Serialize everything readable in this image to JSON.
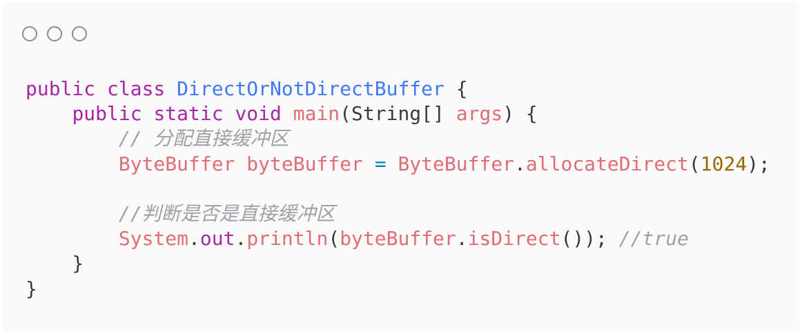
{
  "code_lines": [
    [
      [
        "kw",
        "public class "
      ],
      [
        "cls",
        "DirectOrNotDirectBuffer"
      ],
      [
        "pl",
        " {"
      ]
    ],
    [
      [
        "pl",
        "    "
      ],
      [
        "kw",
        "public static void "
      ],
      [
        "red",
        "main"
      ],
      [
        "pl",
        "(String[] "
      ],
      [
        "red",
        "args"
      ],
      [
        "pl",
        ") {"
      ]
    ],
    [
      [
        "pl",
        "        "
      ],
      [
        "cm",
        "// 分配直接缓冲区"
      ]
    ],
    [
      [
        "pl",
        "        "
      ],
      [
        "red",
        "ByteBuffer byteBuffer "
      ],
      [
        "op",
        "="
      ],
      [
        "pl",
        " "
      ],
      [
        "red",
        "ByteBuffer"
      ],
      [
        "pl",
        "."
      ],
      [
        "red",
        "allocateDirect"
      ],
      [
        "pl",
        "("
      ],
      [
        "num",
        "1024"
      ],
      [
        "pl",
        ");"
      ]
    ],
    [],
    [
      [
        "pl",
        "        "
      ],
      [
        "cm",
        "//判断是否是直接缓冲区"
      ]
    ],
    [
      [
        "pl",
        "        "
      ],
      [
        "red",
        "System"
      ],
      [
        "pl",
        "."
      ],
      [
        "kw",
        "out"
      ],
      [
        "pl",
        "."
      ],
      [
        "red",
        "println"
      ],
      [
        "pl",
        "("
      ],
      [
        "red",
        "byteBuffer"
      ],
      [
        "pl",
        "."
      ],
      [
        "red",
        "isDirect"
      ],
      [
        "pl",
        "()); "
      ],
      [
        "cm",
        "//true"
      ]
    ],
    [
      [
        "pl",
        "    }"
      ]
    ],
    [
      [
        "pl",
        "}"
      ]
    ]
  ]
}
